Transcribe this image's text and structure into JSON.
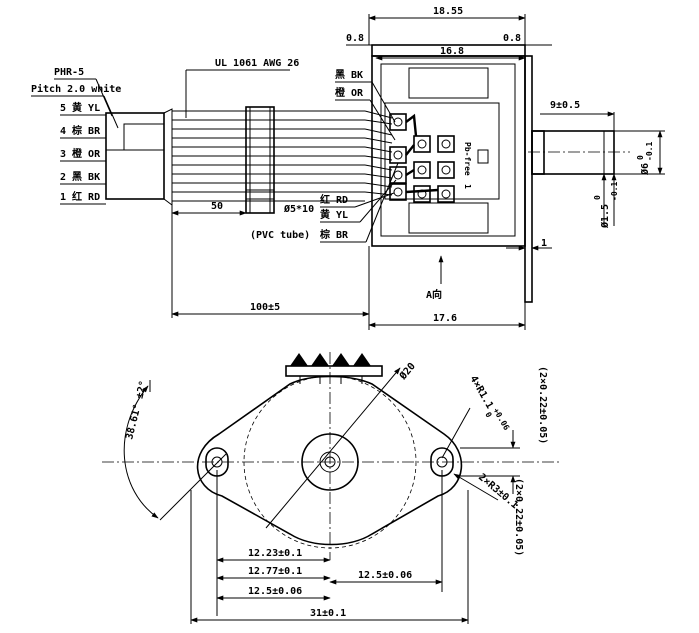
{
  "top_view": {
    "connector_name": "PHR-5",
    "connector_pitch": "Pitch 2.0 white",
    "wire_spec": "UL 1061 AWG 26",
    "pins": [
      {
        "label": "5 黄 YL"
      },
      {
        "label": "4 棕 BR"
      },
      {
        "label": "3 橙 OR"
      },
      {
        "label": "2 黑 BK"
      },
      {
        "label": "1 红 RD"
      }
    ],
    "wire_labels_top": [
      "黑 BK",
      "橙 OR"
    ],
    "wire_labels_bottom": [
      "红 RD",
      "黄 YL",
      "棕 BR"
    ],
    "tube_size": "Ø5*10",
    "tube_note": "(PVC tube)",
    "dim_wire_strip": "50",
    "dim_total_length": "100±5",
    "dim_overall_width": "18.55",
    "dim_flange_left": "0.8",
    "dim_flange_right": "0.8",
    "dim_body_width": "16.8",
    "dim_shaft_length": "9±0.5",
    "dim_shaft_dia": "Ø6",
    "dim_shaft_dia_tol_top": "0",
    "dim_shaft_dia_tol_bottom": "-0.1",
    "dim_shaft_tip_dia": "Ø1.5",
    "dim_shaft_tip_tol_top": "0",
    "dim_shaft_tip_tol_bottom": "-0.1",
    "dim_plate_thickness": "1",
    "dim_body_depth": "17.6",
    "view_arrow_label": "A向",
    "pcb_marking_1": "Pb-free",
    "pcb_marking_2": "1"
  },
  "bottom_view": {
    "dim_diameter": "Ø20",
    "dim_angle": "38.61° ±2°",
    "dim_holes": "4×R1.1",
    "dim_holes_tol_top": "+0.06",
    "dim_holes_tol_bottom": "0",
    "dim_slot_right_top": "(2×0.22±0.05)",
    "dim_slot_right_bottom": "(2×0.22±0.05)",
    "dim_radius": "2×R3±0.1",
    "dim_12_23": "12.23±0.1",
    "dim_12_77": "12.77±0.1",
    "dim_12_5_right": "12.5±0.06",
    "dim_12_5_left": "12.5±0.06",
    "dim_total_width": "31±0.1"
  }
}
